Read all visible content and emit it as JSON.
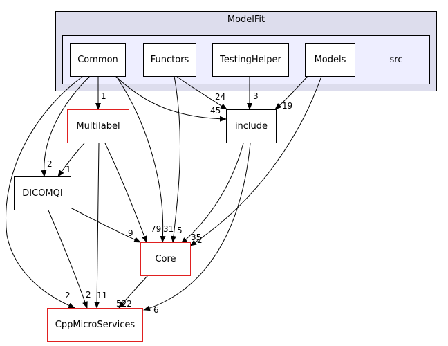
{
  "graph": {
    "clusters": {
      "outer": {
        "label": "ModelFit",
        "fill": "#dddded",
        "stroke": "#000000"
      },
      "inner": {
        "label": "src",
        "fill": "#eeeeff",
        "stroke": "#000000"
      }
    },
    "nodes": {
      "common": {
        "label": "Common",
        "stroke": "#000000"
      },
      "functors": {
        "label": "Functors",
        "stroke": "#000000"
      },
      "testinghelper": {
        "label": "TestingHelper",
        "stroke": "#000000"
      },
      "models": {
        "label": "Models",
        "stroke": "#000000"
      },
      "include": {
        "label": "include",
        "stroke": "#000000"
      },
      "multilabel": {
        "label": "Multilabel",
        "stroke": "#e02020"
      },
      "dicomqi": {
        "label": "DICOMQI",
        "stroke": "#000000"
      },
      "core": {
        "label": "Core",
        "stroke": "#e02020"
      },
      "cppmicroservices": {
        "label": "CppMicroServices",
        "stroke": "#e02020"
      }
    },
    "edges": [
      {
        "from": "Common",
        "to": "Multilabel",
        "label": "1"
      },
      {
        "from": "Common",
        "to": "include",
        "label": "45"
      },
      {
        "from": "Functors",
        "to": "include",
        "label": "24"
      },
      {
        "from": "TestingHelper",
        "to": "include",
        "label": "3"
      },
      {
        "from": "Models",
        "to": "include",
        "label": "19"
      },
      {
        "from": "Common",
        "to": "DICOMQI",
        "label": "2"
      },
      {
        "from": "Multilabel",
        "to": "DICOMQI",
        "label": "1"
      },
      {
        "from": "Multilabel",
        "to": "Core",
        "label": "79"
      },
      {
        "from": "Common",
        "to": "Core",
        "label": "31"
      },
      {
        "from": "Functors",
        "to": "Core",
        "label": "5"
      },
      {
        "from": "include",
        "to": "Core",
        "label": "35"
      },
      {
        "from": "Models",
        "to": "Core",
        "label": "2"
      },
      {
        "from": "DICOMQI",
        "to": "Core",
        "label": "9"
      },
      {
        "from": "Common",
        "to": "CppMicroServices",
        "label": "2"
      },
      {
        "from": "DICOMQI",
        "to": "CppMicroServices",
        "label": "2"
      },
      {
        "from": "Multilabel",
        "to": "CppMicroServices",
        "label": "11"
      },
      {
        "from": "Core",
        "to": "CppMicroServices",
        "label": "522"
      },
      {
        "from": "include",
        "to": "CppMicroServices",
        "label": "6"
      }
    ]
  }
}
